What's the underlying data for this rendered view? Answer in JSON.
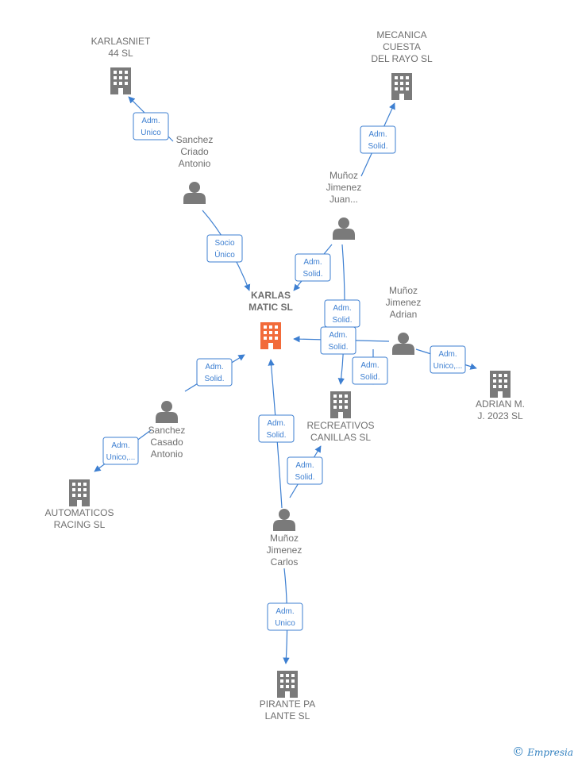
{
  "colors": {
    "edge": "#3d7fd1",
    "node": "#7a7a7a",
    "focus": "#f26b3a"
  },
  "nodes": {
    "karlasniet": {
      "lines": [
        "KARLASNIET",
        "44  SL"
      ],
      "icon": "building-icon"
    },
    "mecanica": {
      "lines": [
        "MECANICA",
        "CUESTA",
        "DEL RAYO  SL"
      ],
      "icon": "building-icon"
    },
    "sanchez_criado": {
      "lines": [
        "Sanchez",
        "Criado",
        "Antonio"
      ],
      "icon": "person-icon"
    },
    "munoz_juan": {
      "lines": [
        "Muñoz",
        "Jimenez",
        "Juan..."
      ],
      "icon": "person-icon"
    },
    "karlas": {
      "lines": [
        "KARLAS",
        "MATIC  SL"
      ],
      "icon": "building-icon"
    },
    "munoz_adrian": {
      "lines": [
        "Muñoz",
        "Jimenez",
        "Adrian"
      ],
      "icon": "person-icon"
    },
    "adrian_m": {
      "lines": [
        "ADRIAN M.",
        "J. 2023  SL"
      ],
      "icon": "building-icon"
    },
    "recreativos": {
      "lines": [
        "RECREATIVOS",
        "CANILLAS  SL"
      ],
      "icon": "building-icon"
    },
    "sanchez_casado": {
      "lines": [
        "Sanchez",
        "Casado",
        "Antonio"
      ],
      "icon": "person-icon"
    },
    "automaticos": {
      "lines": [
        "AUTOMATICOS",
        "RACING  SL"
      ],
      "icon": "building-icon"
    },
    "munoz_carlos": {
      "lines": [
        "Muñoz",
        "Jimenez",
        "Carlos"
      ],
      "icon": "person-icon"
    },
    "pirante": {
      "lines": [
        "PIRANTE PA",
        "LANTE  SL"
      ],
      "icon": "building-icon"
    }
  },
  "edges": [
    {
      "from": "sanchez_criado",
      "to": "karlasniet",
      "label": [
        "Adm.",
        "Unico"
      ]
    },
    {
      "from": "munoz_juan",
      "to": "mecanica",
      "label": [
        "Adm.",
        "Solid."
      ]
    },
    {
      "from": "sanchez_criado",
      "to": "karlas",
      "label": [
        "Socio",
        "Único"
      ]
    },
    {
      "from": "munoz_juan",
      "to": "karlas",
      "label": [
        "Adm.",
        "Solid."
      ]
    },
    {
      "from": "munoz_juan",
      "to": "recreativos",
      "label": [
        "Adm.",
        "Solid."
      ]
    },
    {
      "from": "munoz_adrian",
      "to": "karlas",
      "label": [
        "Adm.",
        "Solid."
      ]
    },
    {
      "from": "munoz_adrian",
      "to": "recreativos",
      "label": [
        "Adm.",
        "Solid."
      ]
    },
    {
      "from": "munoz_adrian",
      "to": "adrian_m",
      "label": [
        "Adm.",
        "Unico,..."
      ]
    },
    {
      "from": "sanchez_casado",
      "to": "karlas",
      "label": [
        "Adm.",
        "Solid."
      ]
    },
    {
      "from": "sanchez_casado",
      "to": "automaticos",
      "label": [
        "Adm.",
        "Unico,..."
      ]
    },
    {
      "from": "munoz_carlos",
      "to": "karlas",
      "label": [
        "Adm.",
        "Solid."
      ]
    },
    {
      "from": "munoz_carlos",
      "to": "recreativos",
      "label": [
        "Adm.",
        "Solid."
      ]
    },
    {
      "from": "munoz_carlos",
      "to": "pirante",
      "label": [
        "Adm.",
        "Unico"
      ]
    }
  ],
  "brand": {
    "copyright": "©",
    "name": "Empresia"
  }
}
